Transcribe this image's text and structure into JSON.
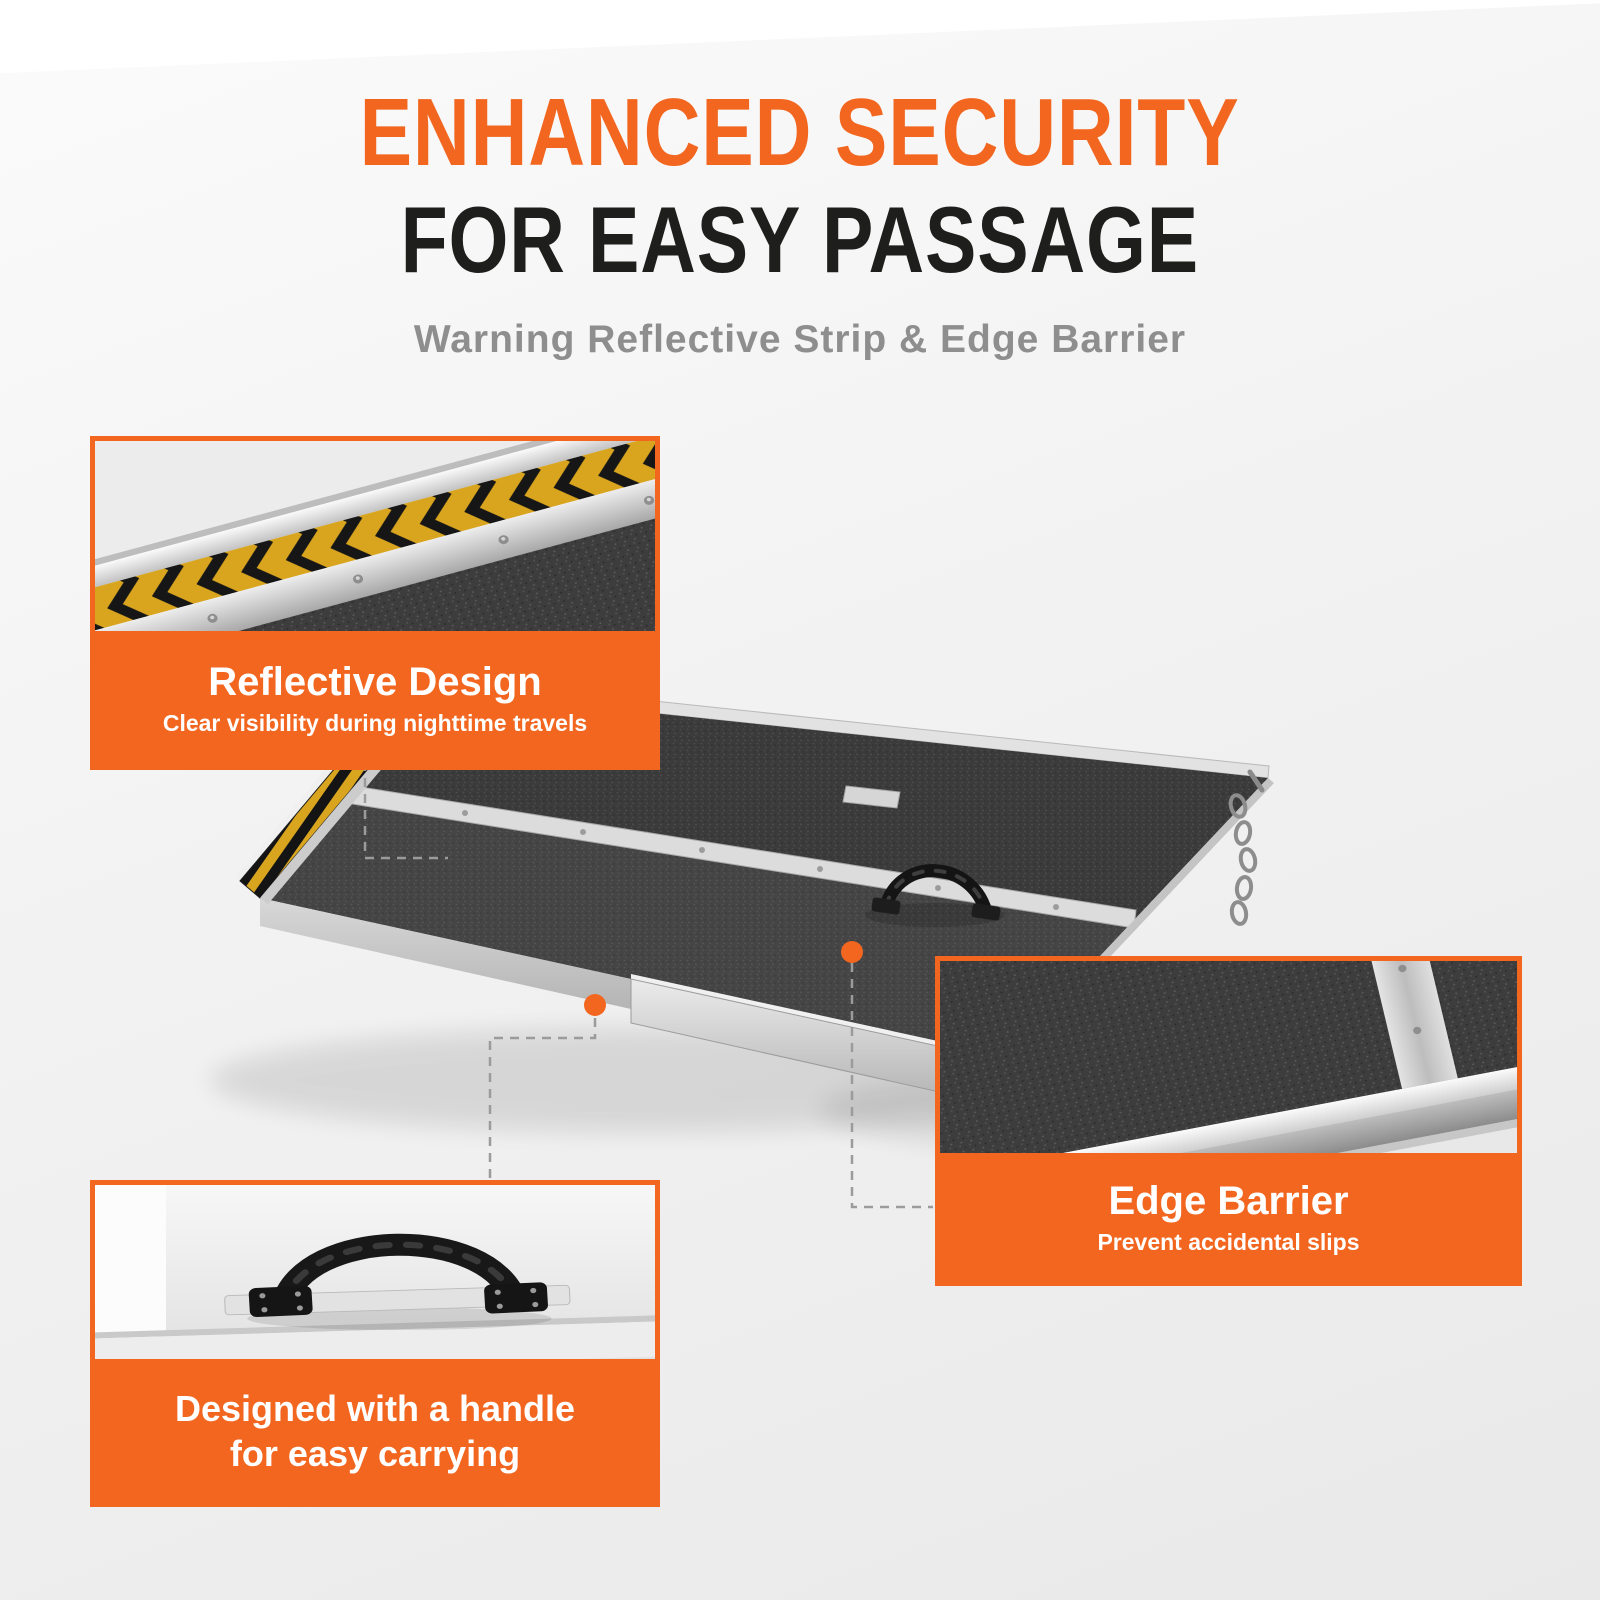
{
  "header": {
    "title_line1": "ENHANCED SECURITY",
    "title_line2": "FOR EASY PASSAGE",
    "subtitle": "Warning Reflective Strip & Edge Barrier"
  },
  "callouts": {
    "reflective_design": {
      "title": "Reflective Design",
      "subtitle": "Clear visibility during nighttime travels"
    },
    "edge_barrier": {
      "title": "Edge Barrier",
      "subtitle": "Prevent accidental slips"
    },
    "carry_handle": {
      "title_line1": "Designed with a handle",
      "title_line2": "for easy carrying"
    }
  },
  "scene": {
    "product": "folding aluminum ramp with warning reflective strip, edge barrier, carry handle and safety chain"
  },
  "colors": {
    "accent_orange": "#F2661F",
    "title_black": "#1E1E1C",
    "subtitle_gray": "#8E8E8E",
    "hazard_yellow": "#D9A51F"
  }
}
